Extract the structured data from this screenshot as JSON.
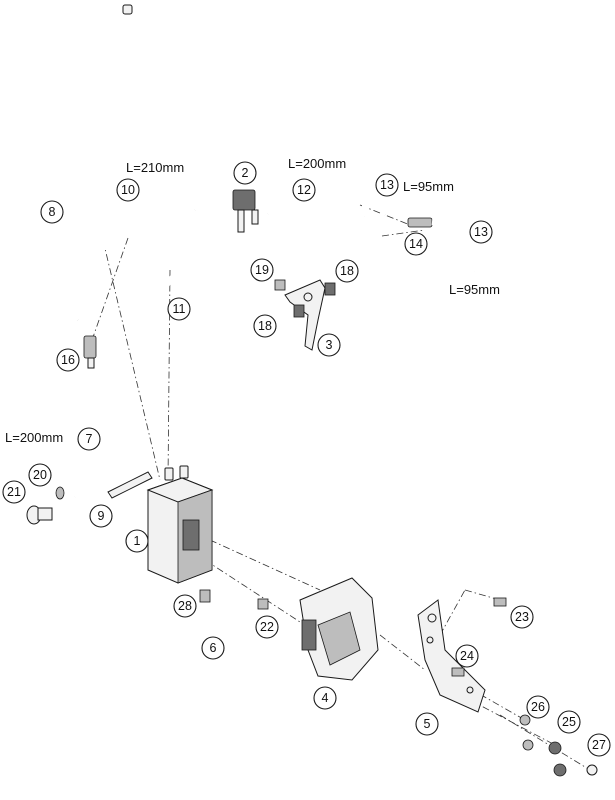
{
  "callouts": [
    {
      "num": "1"
    },
    {
      "num": "2"
    },
    {
      "num": "3"
    },
    {
      "num": "4"
    },
    {
      "num": "5"
    },
    {
      "num": "6"
    },
    {
      "num": "7"
    },
    {
      "num": "8"
    },
    {
      "num": "9"
    },
    {
      "num": "10"
    },
    {
      "num": "11"
    },
    {
      "num": "12"
    },
    {
      "num": "13"
    },
    {
      "num": "13"
    },
    {
      "num": "14"
    },
    {
      "num": "16"
    },
    {
      "num": "18"
    },
    {
      "num": "18"
    },
    {
      "num": "19"
    },
    {
      "num": "20"
    },
    {
      "num": "21"
    },
    {
      "num": "22"
    },
    {
      "num": "23"
    },
    {
      "num": "24"
    },
    {
      "num": "25"
    },
    {
      "num": "26"
    },
    {
      "num": "27"
    },
    {
      "num": "28"
    }
  ],
  "lengths": {
    "hose_10": "L=210mm",
    "hose_12": "L=200mm",
    "hose_13_top": "L=95mm",
    "hose_13_bottom": "L=95mm",
    "hose_7": "L=200mm"
  }
}
